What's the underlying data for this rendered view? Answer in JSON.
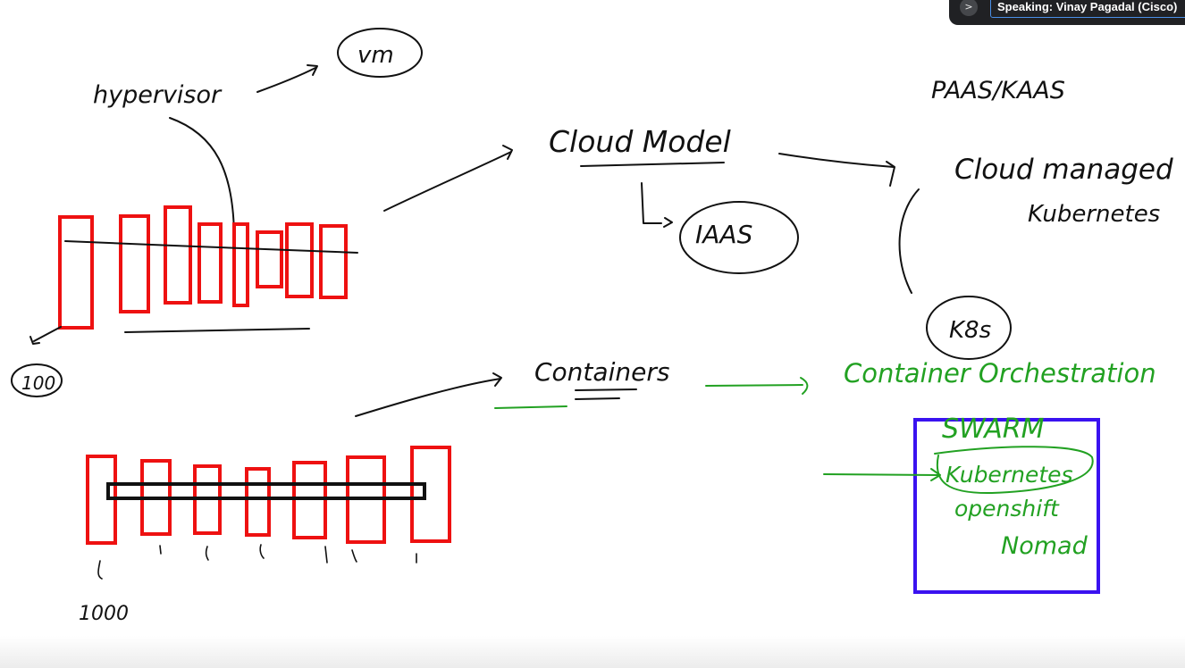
{
  "meeting": {
    "speaking_label": "Speaking:",
    "speaker": "Vinay Pagadal (Cisco)",
    "expand_icon": "chevron-right-icon"
  },
  "colors": {
    "ink": "#111111",
    "red": "#ee1111",
    "green": "#22a122",
    "blue": "#3a12f0"
  },
  "notes": {
    "vm": "vm",
    "hypervisor": "hypervisor",
    "count_vms": "100",
    "cloud_model": "Cloud Model",
    "iaas": "IAAS",
    "paas_kaas": "PAAS/KAAS",
    "cloud_managed": "Cloud managed",
    "kubernetes": "Kubernetes",
    "k8s": "K8s",
    "containers": "Containers",
    "container_orchestration": "Container Orchestration",
    "count_containers": "1000"
  },
  "orchestrators": [
    "SWARM",
    "Kubernetes",
    "openshift",
    "Nomad"
  ]
}
